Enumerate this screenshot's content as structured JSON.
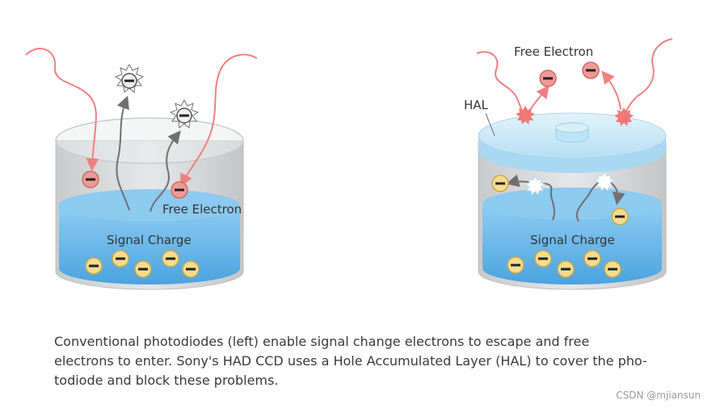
{
  "left_diagram": {
    "label_free_electron": "Free Electron",
    "label_signal_charge": "Signal Charge"
  },
  "right_diagram": {
    "label_free_electron": "Free Electron",
    "label_hal": "HAL",
    "label_signal_charge": "Signal Charge"
  },
  "caption": {
    "line1": "Conventional photodiodes (left) enable signal change electrons to escape and free",
    "line2": "electrons to enter.  Sony's HAD CCD uses a Hole Accumulated Layer (HAL) to cover the pho-",
    "line3": "todiode and block these problems."
  },
  "watermark": "CSDN @mjiansun",
  "colors": {
    "cylinder_gray": "#d9dadc",
    "water_blue": "#5fb2e6",
    "hal_blue": "#c9e8f7",
    "free_electron": "#ef9a96",
    "signal_electron": "#f5dc8e",
    "light_ray": "#f08080",
    "escape_path": "#707070"
  }
}
